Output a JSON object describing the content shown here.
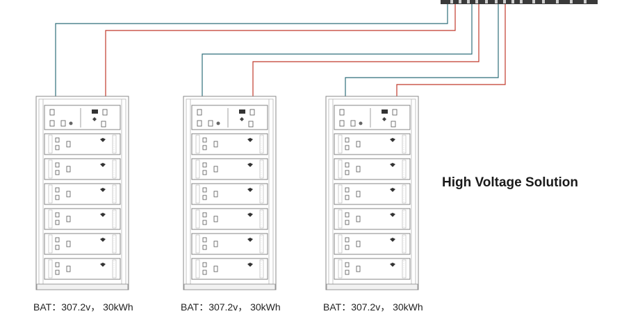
{
  "diagram": {
    "title": "High Voltage Solution",
    "racks": [
      {
        "label": "BAT：307.2v， 30kWh",
        "modules": 6
      },
      {
        "label": "BAT：307.2v， 30kWh",
        "modules": 6
      },
      {
        "label": "BAT：307.2v， 30kWh",
        "modules": 6
      }
    ],
    "colors": {
      "positive_cable": "#c0392b",
      "negative_cable": "#2e6e7a",
      "outline": "#8a8a8a",
      "inverter": "#3a3a3a"
    }
  }
}
